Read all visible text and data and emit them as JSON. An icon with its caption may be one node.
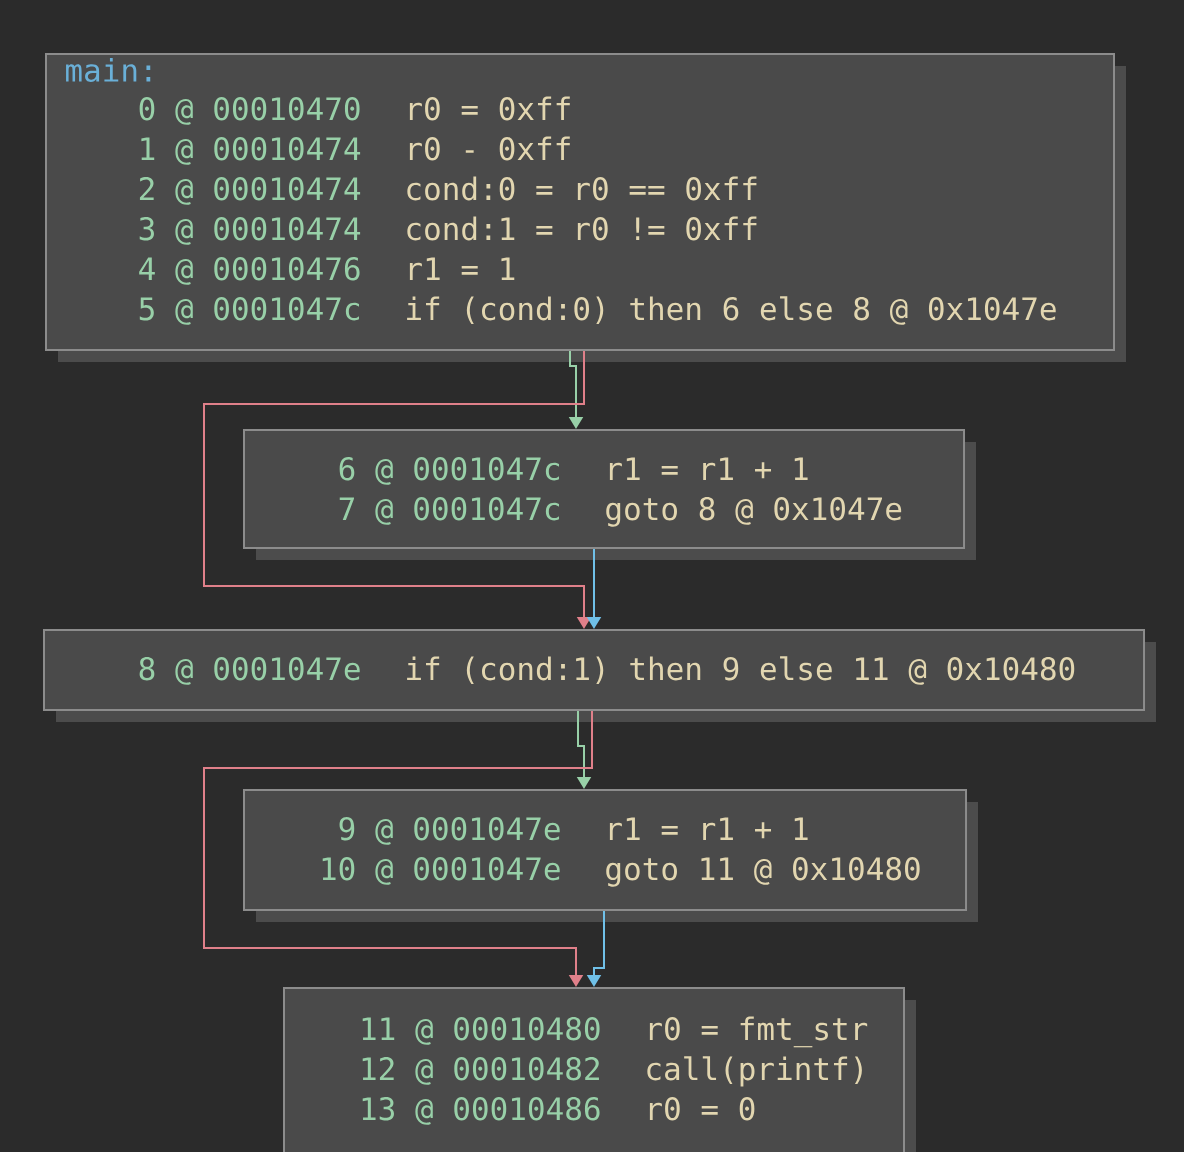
{
  "diagram": {
    "nodes": [
      {
        "text": [
          "main:",
          "0 @ 00010470",
          "r0 = 0xff",
          "1 @ 00010474",
          "r0 - 0xff",
          "2 @ 00010474",
          "cond:0 = r0 == 0xff",
          "3 @ 00010474",
          "cond:1 = r0 != 0xff",
          "4 @ 00010476",
          "r1 = 1",
          "5 @ 0001047c",
          "if (cond:0) then 6 else 8 @ 0x1047e"
        ]
      },
      {
        "text": [
          "6 @ 0001047c",
          "r1 = r1 + 1",
          "7 @ 0001047c",
          "goto 8 @ 0x1047e"
        ]
      },
      {
        "text": [
          "8 @ 0001047e",
          "if (cond:1) then 9 else 11 @ 0x10480"
        ]
      },
      {
        "text": [
          "9 @ 0001047e",
          "r1 = r1 + 1",
          "10 @ 0001047e",
          "goto 11 @ 0x10480"
        ]
      },
      {
        "text": [
          "11 @ 00010480",
          "r0 = fmt_str",
          "12 @ 00010482",
          "call(printf)",
          "13 @ 00010486",
          "r0 = 0"
        ]
      }
    ],
    "edges": [
      {
        "from": 0,
        "to": 1,
        "arrow": "to",
        "color": "#98d0a8"
      },
      {
        "from": 0,
        "to": 2,
        "arrow": "to",
        "color": "#e0808a"
      },
      {
        "from": 1,
        "to": 2,
        "arrow": "to",
        "color": "#70c0e8"
      },
      {
        "from": 2,
        "to": 3,
        "arrow": "to",
        "color": "#98d0a8"
      },
      {
        "from": 2,
        "to": 4,
        "arrow": "to",
        "color": "#e0808a"
      },
      {
        "from": 3,
        "to": 4,
        "arrow": "to",
        "color": "#70c0e8"
      }
    ]
  }
}
